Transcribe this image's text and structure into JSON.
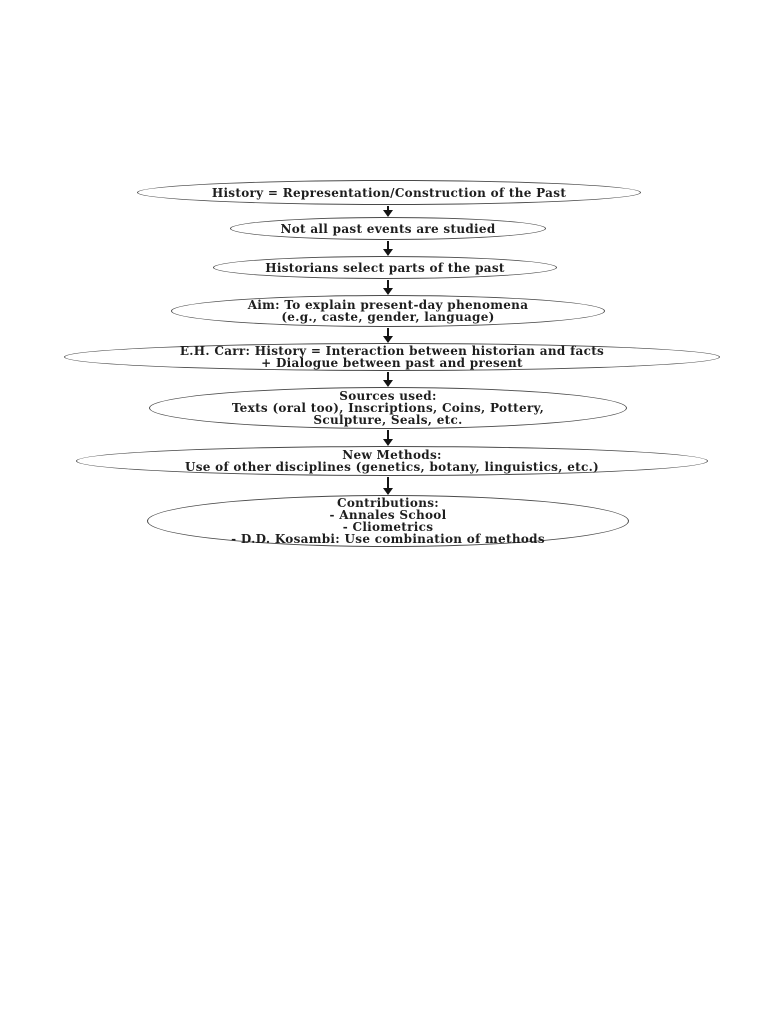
{
  "page": {
    "kind": "scanned-document-flowchart",
    "background_color": "#ffffff",
    "ink_color": "#1e1e1e",
    "outline_color": "#4a4a4a"
  },
  "flowchart": {
    "type": "top-down-flow",
    "node_shape": "ellipse",
    "nodes": [
      {
        "id": 1,
        "text": "History = Representation/Construction of the Past"
      },
      {
        "id": 2,
        "text": "Not all past events are studied"
      },
      {
        "id": 3,
        "text": "Historians select parts of the past"
      },
      {
        "id": 4,
        "text": "Aim: To explain present-day phenomena\n(e.g., caste, gender, language)"
      },
      {
        "id": 5,
        "text": "E.H. Carr: History = Interaction between historian and facts\n+ Dialogue between past and present"
      },
      {
        "id": 6,
        "text": "Sources used:\nTexts (oral too), Inscriptions, Coins, Pottery,\nSculpture, Seals, etc."
      },
      {
        "id": 7,
        "text": "New Methods:\nUse of other disciplines (genetics, botany, linguistics, etc.)"
      },
      {
        "id": 8,
        "text": "Contributions:\n- Annales School\n- Cliometrics\n- D.D. Kosambi: Use combination of methods"
      }
    ],
    "connections": [
      {
        "from": 1,
        "to": 2
      },
      {
        "from": 2,
        "to": 3
      },
      {
        "from": 3,
        "to": 4
      },
      {
        "from": 4,
        "to": 5
      },
      {
        "from": 5,
        "to": 6
      },
      {
        "from": 6,
        "to": 7
      },
      {
        "from": 7,
        "to": 8
      }
    ]
  }
}
